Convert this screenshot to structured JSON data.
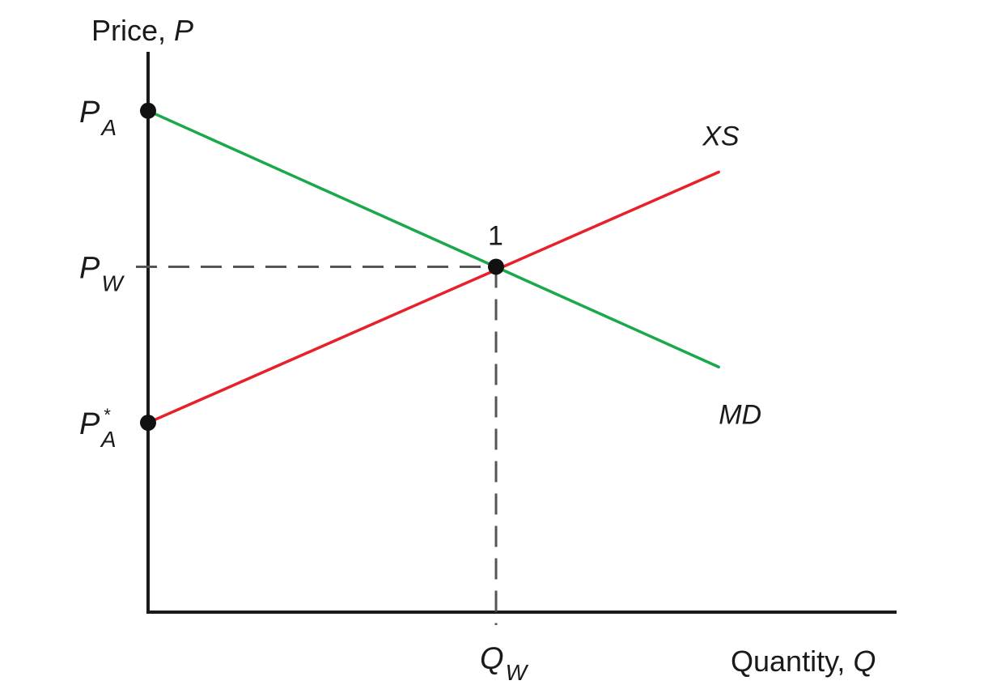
{
  "chart_data": {
    "type": "line",
    "title": "",
    "ylabel": {
      "text": "Price, ",
      "var": "P"
    },
    "xlabel": {
      "text": "Quantity, ",
      "var": "Q"
    },
    "grid": false,
    "legend": "none",
    "xlim": [
      0,
      10
    ],
    "ylim": [
      0,
      10
    ],
    "series": [
      {
        "name": "MD",
        "color": "#1aa84a",
        "points": [
          [
            0,
            9.0
          ],
          [
            8.2,
            4.4
          ]
        ]
      },
      {
        "name": "XS",
        "color": "#e8202a",
        "points": [
          [
            0,
            3.4
          ],
          [
            8.2,
            7.9
          ]
        ]
      }
    ],
    "y_ticks": [
      {
        "base": "P",
        "sub": "A",
        "sup": "",
        "y": 9.0,
        "marker": true
      },
      {
        "base": "P",
        "sub": "W",
        "sup": "",
        "y": 6.2,
        "marker": false
      },
      {
        "base": "P",
        "sub": "A",
        "sup": "*",
        "y": 3.4,
        "marker": true
      }
    ],
    "x_ticks": [
      {
        "base": "Q",
        "sub": "W",
        "x": 5.0
      }
    ],
    "equilibrium": {
      "label": "1",
      "x": 5.0,
      "y": 6.2
    },
    "guide_color": "#555555",
    "axis_color": "#1a1a1a"
  }
}
